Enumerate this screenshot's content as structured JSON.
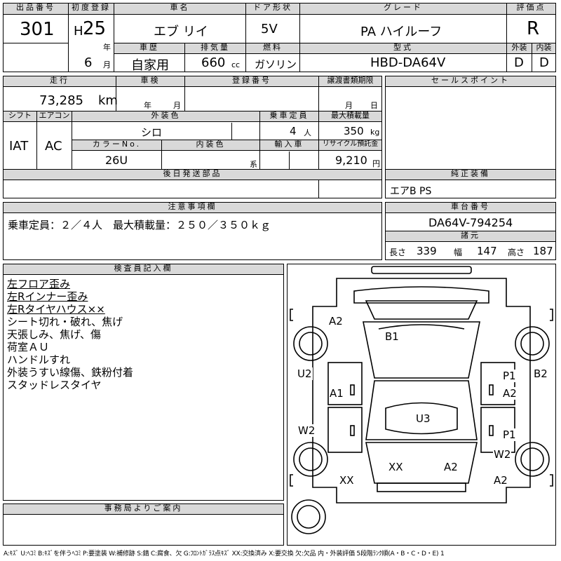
{
  "header_labels": {
    "lot_no": "出品番号",
    "first_reg": "初度登録",
    "car_name": "車名",
    "door": "ドア形状",
    "grade": "グレード",
    "score": "評価点",
    "history": "車歴",
    "displacement": "排気量",
    "fuel": "燃料",
    "model_code": "型式",
    "exterior": "外装",
    "interior": "内装"
  },
  "header_values": {
    "lot_no": "301",
    "era": "H",
    "year": "25",
    "year_unit": "年",
    "month": "6",
    "month_unit": "月",
    "car_name": "エブ リイ",
    "door": "5V",
    "grade": "PA ハイルーフ",
    "score": "R",
    "history": "自家用",
    "displacement": "660",
    "displacement_unit": "cc",
    "fuel": "ガソリン",
    "model_code": "HBD-DA64V",
    "exterior_grade": "D",
    "interior_grade": "D"
  },
  "spec_labels": {
    "mileage": "走行",
    "inspection": "車検",
    "reg_no": "登録番号",
    "transfer": "譲渡書類期限",
    "sales_point": "セールスポイント",
    "shift": "シフト",
    "ac": "エアコン",
    "ext_color": "外装色",
    "capacity": "乗車定員",
    "max_load": "最大積載量",
    "color_no": "カラーNo.",
    "int_color": "内装色",
    "import": "輸入車",
    "recycle": "リサイクル預託金",
    "later_parts": "後日発送部品",
    "equipment": "純正装備",
    "notes": "注意事項欄",
    "chassis_no": "車台番号",
    "dimensions": "諸元"
  },
  "spec_values": {
    "mileage": "73,285",
    "mileage_unit": "km",
    "inspection_year_unit": "年",
    "inspection_month_unit": "月",
    "transfer_month_unit": "月",
    "transfer_day_unit": "日",
    "shift": "IAT",
    "ac": "AC",
    "ext_color": "シロ",
    "capacity": "4",
    "capacity_unit": "人",
    "max_load": "350",
    "max_load_unit": "kg",
    "color_no": "26U",
    "int_color_unit": "系",
    "recycle": "9,210",
    "recycle_unit": "円",
    "equipment": "エアB PS",
    "notes": "乗車定員：２／４人　最大積載量：２５０／３５０ｋｇ",
    "chassis_no": "DA64V-794254",
    "length_label": "長さ",
    "length": "339",
    "width_label": "幅",
    "width": "147",
    "height_label": "高さ",
    "height": "187"
  },
  "inspector": {
    "title": "検査員記入欄",
    "remarks": [
      "左フロア歪み",
      "左Rインナー歪み",
      "左Rタイヤハウス××",
      "シート切れ・破れ、焦げ",
      "天張しみ、焦げ、傷",
      "荷室ＡＵ",
      "ハンドルすれ",
      "外装うすい線傷、鉄粉付着",
      "スタッドレスタイヤ"
    ]
  },
  "diagram_labels": {
    "a2_front_left": "A2",
    "b1": "B1",
    "u2": "U2",
    "b2": "B2",
    "p1_upper": "P1",
    "a1": "A1",
    "a2_right_mid": "A2",
    "u3": "U3",
    "w2_left": "W2",
    "p1_lower": "P1",
    "w2_right": "W2",
    "xx_center": "XX",
    "a2_center": "A2",
    "xx_left": "XX",
    "a2_right_bottom": "A2"
  },
  "office_notice": {
    "title": "事務局よりご案内"
  },
  "legend": "A:ｷｽﾞ U:ﾍｺﾐ B:ｷｽﾞを伴うﾍｺﾐ P:要塗装 W:補修跡 S:錆 C:腐食、欠 G:ﾌﾛﾝﾄｶﾞﾗｽ点ｷｽﾞ XX:交換済み X:要交換 欠:欠品 内・外装評価 5段階ﾗﾝｸ順(A・B・C・D・E) 1"
}
